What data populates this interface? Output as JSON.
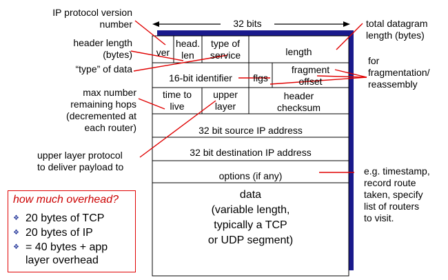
{
  "header_width_label": "32 bits",
  "fields": {
    "ver": "ver",
    "head_len_1": "head.",
    "head_len_2": "len",
    "type_of_service_1": "type of",
    "type_of_service_2": "service",
    "length": "length",
    "identifier": "16-bit identifier",
    "flags": "flgs",
    "fragment_offset_1": "fragment",
    "fragment_offset_2": "offset",
    "ttl_1": "time to",
    "ttl_2": "live",
    "upper_layer_1": "upper",
    "upper_layer_2": "layer",
    "checksum_1": "header",
    "checksum_2": "checksum",
    "source_ip": "32 bit source IP address",
    "dest_ip": "32 bit destination IP address",
    "options": "options (if any)",
    "data_1": "data",
    "data_2": "(variable length,",
    "data_3": "typically a TCP",
    "data_4": "or UDP segment)"
  },
  "annotations": {
    "ip_version_1": "IP protocol version",
    "ip_version_2": "number",
    "header_length_1": "header length",
    "header_length_2": "(bytes)",
    "type_of_data": "“type” of data",
    "max_hops_1": "max number",
    "max_hops_2": "remaining hops",
    "max_hops_3": "(decremented at",
    "max_hops_4": "each router)",
    "upper_proto_1": "upper layer protocol",
    "upper_proto_2": "to deliver payload to",
    "total_length_1": "total datagram",
    "total_length_2": "length (bytes)",
    "fragmentation_1": "for",
    "fragmentation_2": "fragmentation/",
    "fragmentation_3": "reassembly",
    "options_1": "e.g. timestamp,",
    "options_2": "record route",
    "options_3": "taken, specify",
    "options_4": "list of routers",
    "options_5": "to visit."
  },
  "overhead_box": {
    "title": "how much overhead?",
    "items": [
      "20 bytes of TCP",
      "20 bytes of IP",
      "= 40 bytes + app",
      "layer overhead"
    ]
  },
  "colors": {
    "pointer_lines": "#e00000",
    "shadow": "#1a1a8c",
    "overhead_title": "#cc0000",
    "bullet": "#2c3e9e"
  }
}
